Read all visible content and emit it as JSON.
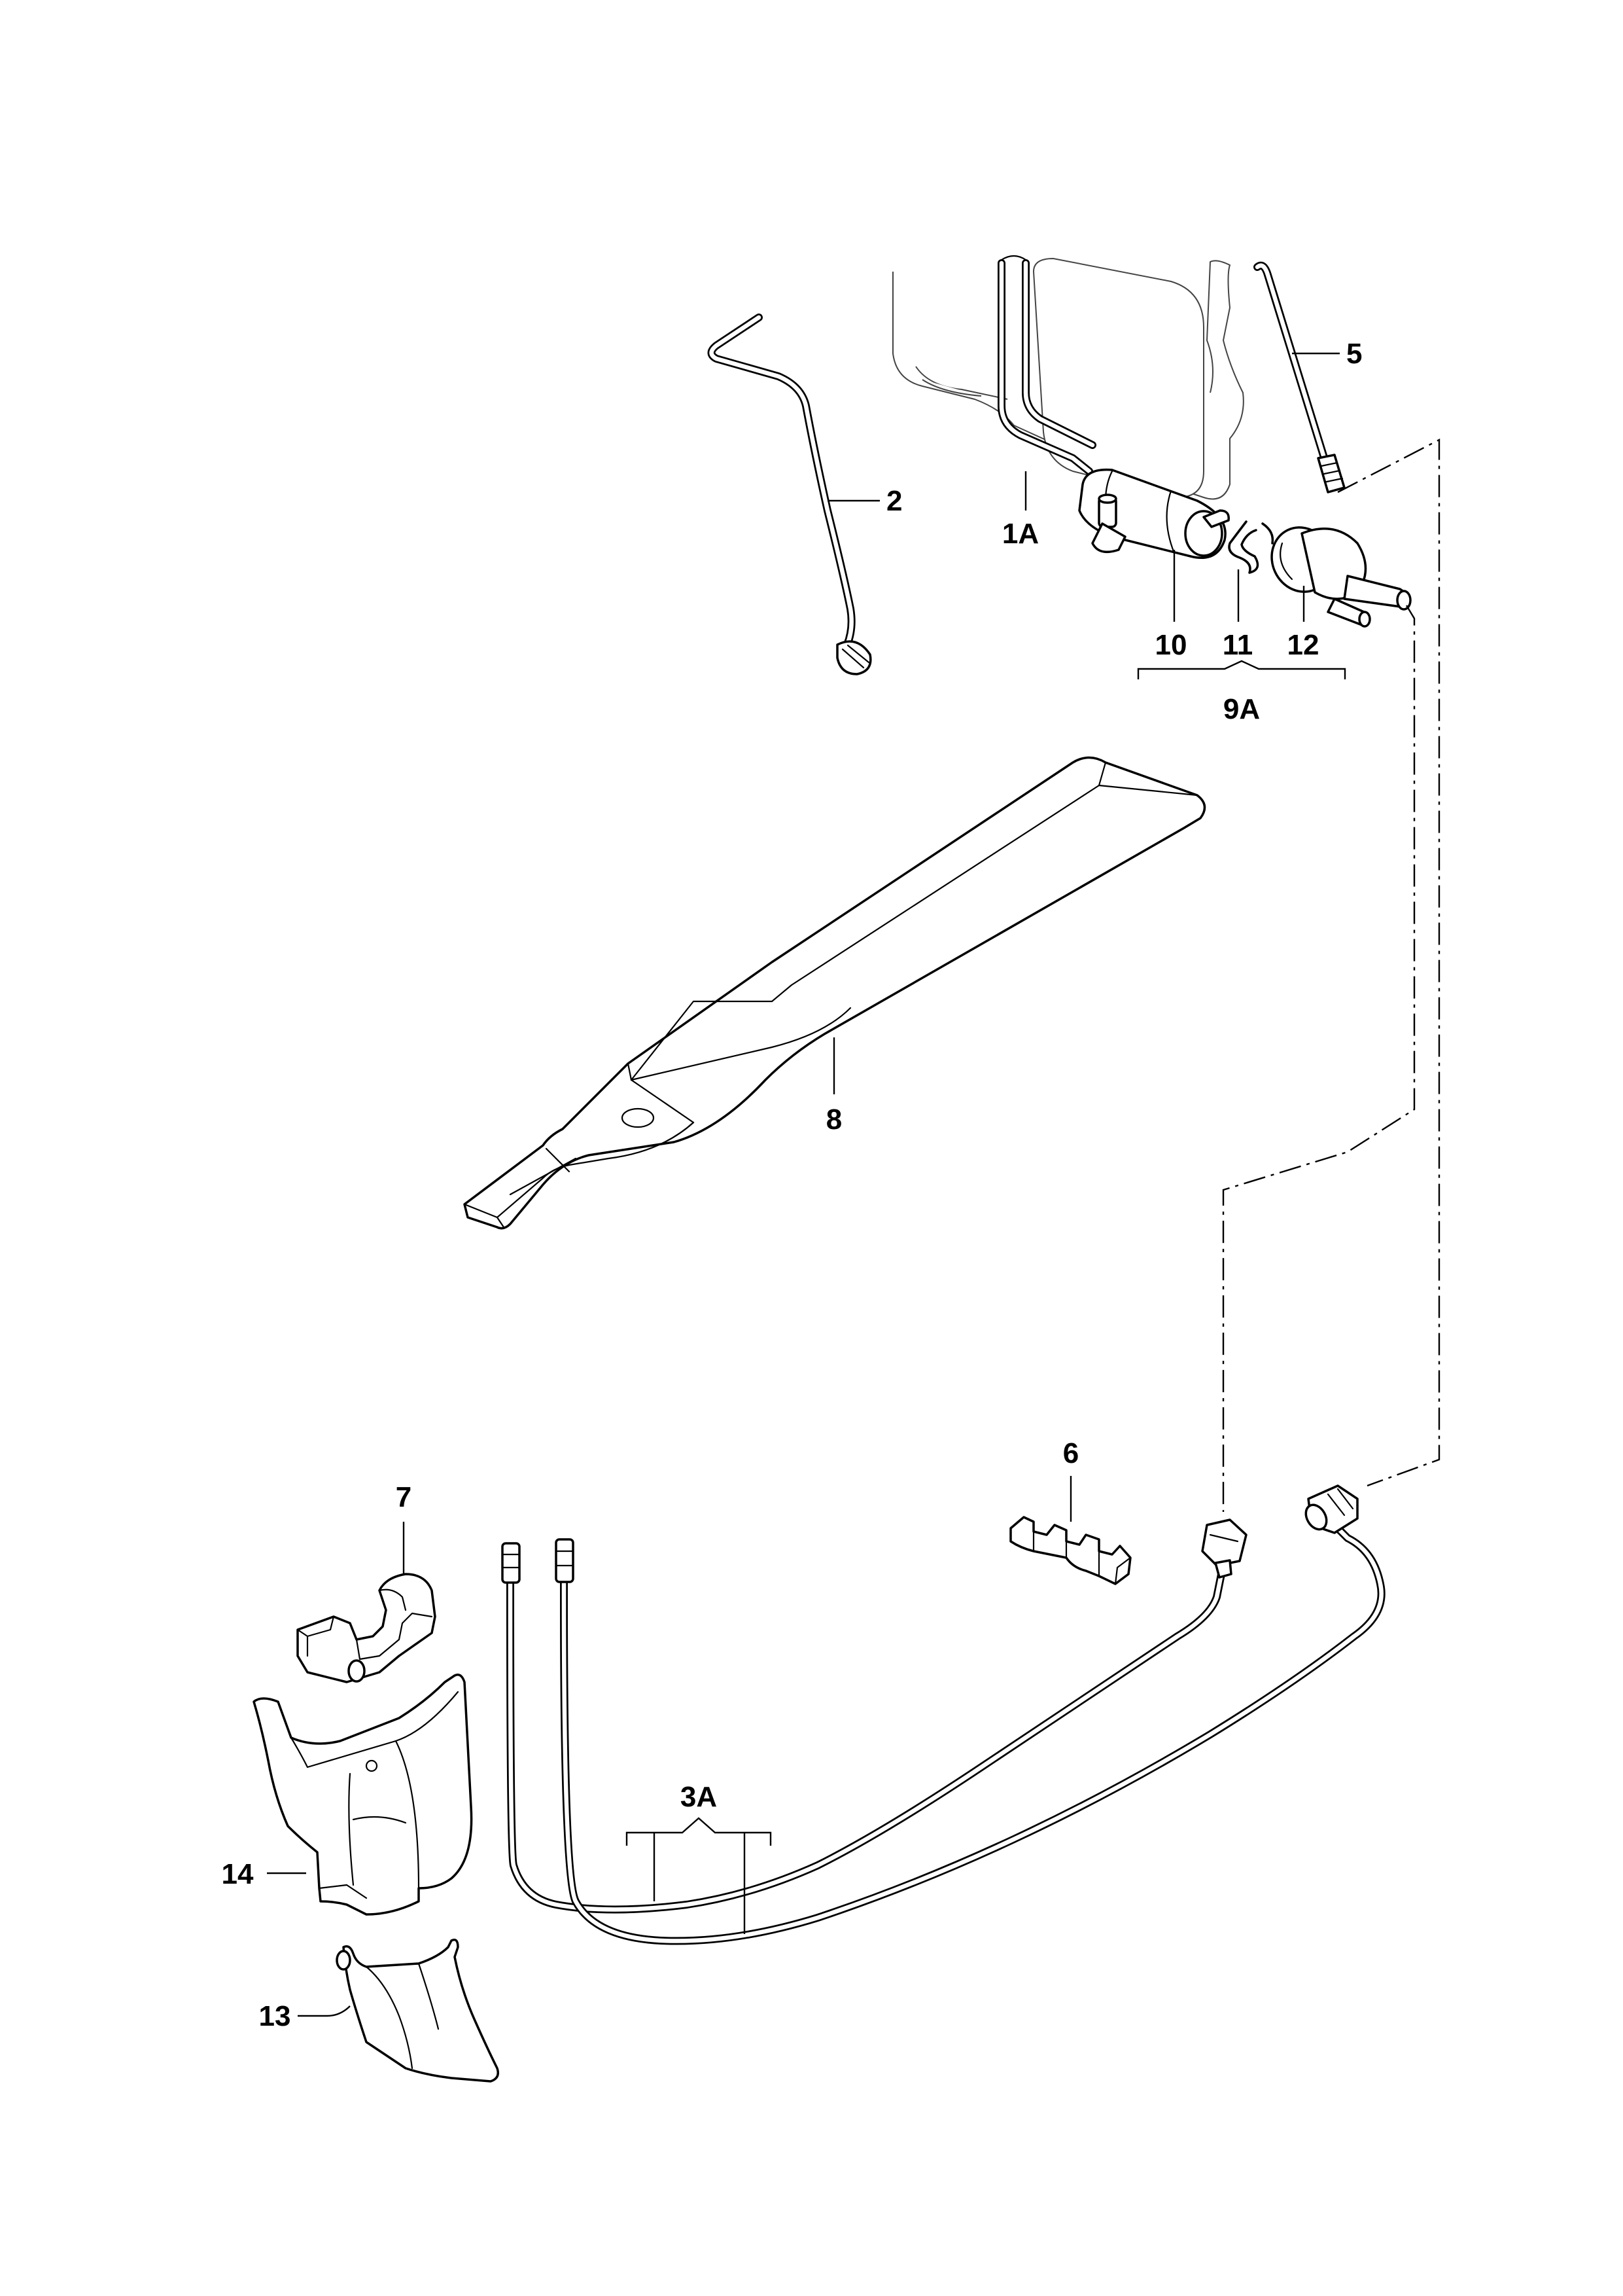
{
  "diagram": {
    "colors": {
      "line": "#000000",
      "background": "#ffffff"
    },
    "callouts": {
      "c2": "2",
      "c5": "5",
      "c1a": "1A",
      "c10": "10",
      "c11": "11",
      "c12": "12",
      "c9a": "9A",
      "c8": "8",
      "c6": "6",
      "c7": "7",
      "c3a": "3A",
      "c14": "14",
      "c13": "13"
    }
  }
}
